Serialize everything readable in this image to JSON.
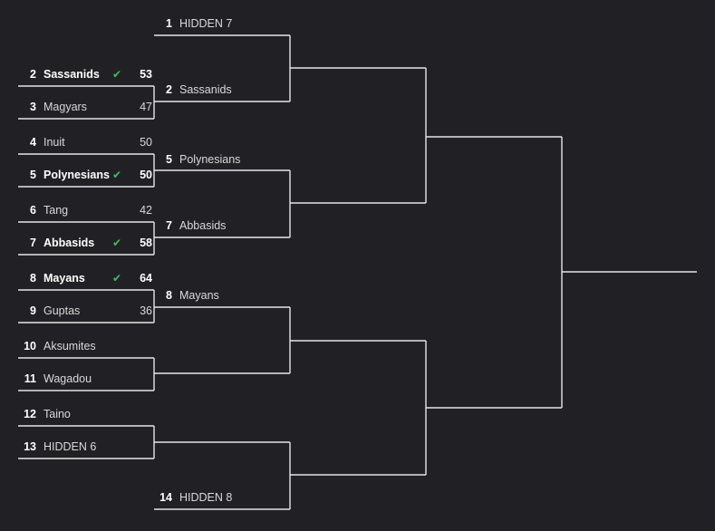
{
  "colors": {
    "background": "#212125",
    "line": "#e6e6e6",
    "text": "#d9d9d9",
    "winner_text": "#ffffff",
    "check": "#3fbf5f"
  },
  "round1": [
    {
      "seed": "2",
      "team": "Sassanids",
      "score": "53",
      "winner": true
    },
    {
      "seed": "3",
      "team": "Magyars",
      "score": "47",
      "winner": false
    },
    {
      "seed": "4",
      "team": "Inuit",
      "score": "50",
      "winner": false
    },
    {
      "seed": "5",
      "team": "Polynesians",
      "score": "50",
      "winner": true
    },
    {
      "seed": "6",
      "team": "Tang",
      "score": "42",
      "winner": false
    },
    {
      "seed": "7",
      "team": "Abbasids",
      "score": "58",
      "winner": true
    },
    {
      "seed": "8",
      "team": "Mayans",
      "score": "64",
      "winner": true
    },
    {
      "seed": "9",
      "team": "Guptas",
      "score": "36",
      "winner": false
    },
    {
      "seed": "10",
      "team": "Aksumites",
      "score": "",
      "winner": false
    },
    {
      "seed": "11",
      "team": "Wagadou",
      "score": "",
      "winner": false
    },
    {
      "seed": "12",
      "team": "Taino",
      "score": "",
      "winner": false
    },
    {
      "seed": "13",
      "team": "HIDDEN 6",
      "score": "",
      "winner": false
    }
  ],
  "round2": [
    {
      "seed": "1",
      "team": "HIDDEN 7"
    },
    {
      "seed": "2",
      "team": "Sassanids"
    },
    {
      "seed": "5",
      "team": "Polynesians"
    },
    {
      "seed": "7",
      "team": "Abbasids"
    },
    {
      "seed": "8",
      "team": "Mayans"
    },
    {
      "seed": "",
      "team": ""
    },
    {
      "seed": "",
      "team": ""
    },
    {
      "seed": "14",
      "team": "HIDDEN 8"
    }
  ]
}
